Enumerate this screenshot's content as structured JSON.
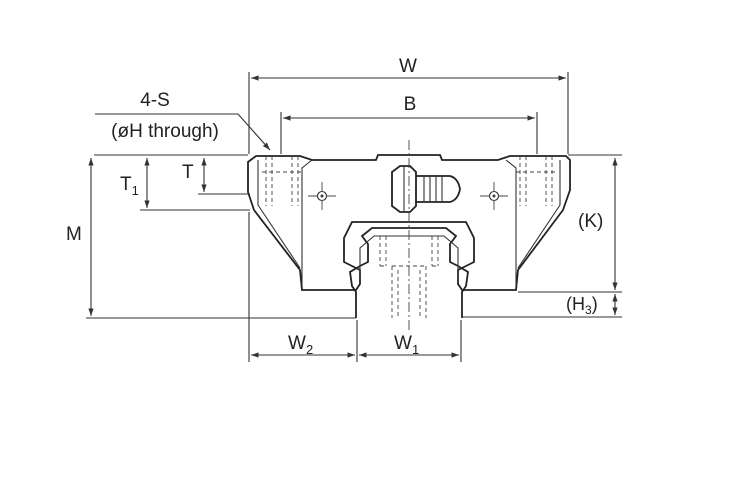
{
  "diagram": {
    "dimensions": {
      "W": "W",
      "B": "B",
      "hole_count": "4-S",
      "hole_note": "(øH through)",
      "T1_main": "T",
      "T1_sub": "1",
      "T": "T",
      "M": "M",
      "K": "(K)",
      "H3_open": "(H",
      "H3_sub": "3",
      "H3_close": ")",
      "W2_main": "W",
      "W2_sub": "2",
      "W1_main": "W",
      "W1_sub": "1"
    }
  }
}
